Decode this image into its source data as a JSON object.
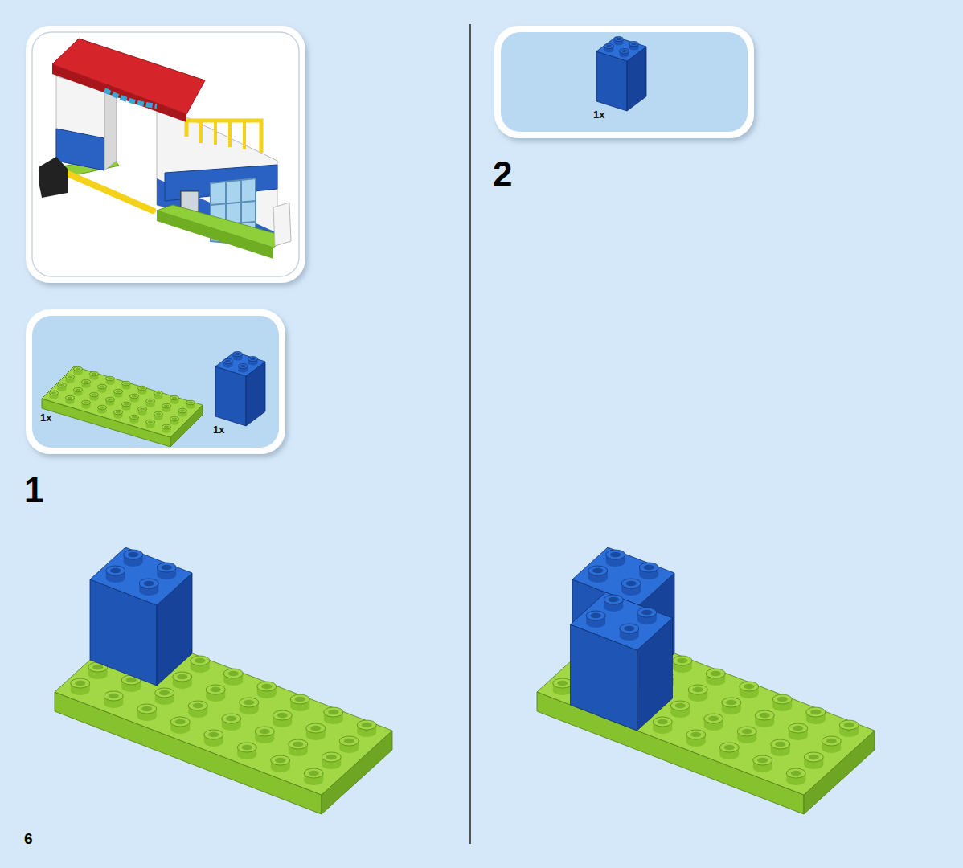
{
  "diagram": {
    "nodes": [
      {
        "text": [
          "1x",
          "1x"
        ]
      },
      {
        "text": [
          "1x"
        ]
      }
    ],
    "labels": [
      "1",
      "2",
      "6"
    ]
  }
}
